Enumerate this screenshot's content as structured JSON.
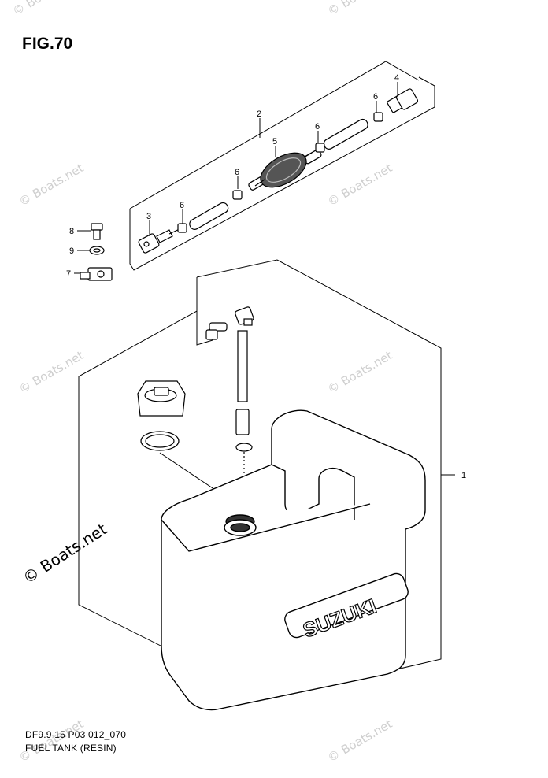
{
  "figure": {
    "title": "FIG.70",
    "code": "DF9.9 15 P03 012_070",
    "name": "FUEL TANK (RESIN)"
  },
  "brand_text": "SUZUKI",
  "watermark": {
    "text": "© Boats.net"
  },
  "callouts": {
    "c1": "1",
    "c2": "2",
    "c3": "3",
    "c4": "4",
    "c5": "5",
    "c6": "6",
    "c7": "7",
    "c8": "8",
    "c9": "9"
  }
}
